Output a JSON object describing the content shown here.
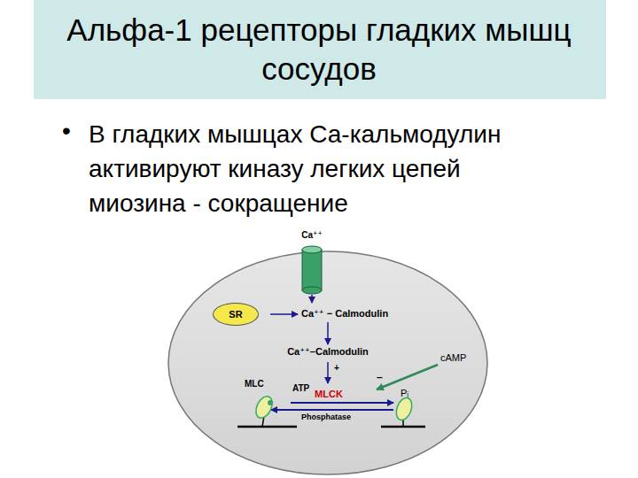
{
  "diagram": {
    "title": "Альфа-1 рецепторы гладких мышц сосудов",
    "nodes": [
      {
        "text": [
          "SR"
        ]
      }
    ],
    "labels": [
      "•",
      "В гладких мышцах Са-кальмодулин активируют киназу легких цепей миозина - сокращение",
      "Ca⁺⁺",
      "Ca⁺⁺ − Calmodulin",
      "Ca⁺⁺–Calmodulin",
      "+",
      "–",
      "cAMP",
      "MLC",
      "ATP",
      "MLCK",
      "Pᵢ",
      "Phosphatase"
    ]
  }
}
